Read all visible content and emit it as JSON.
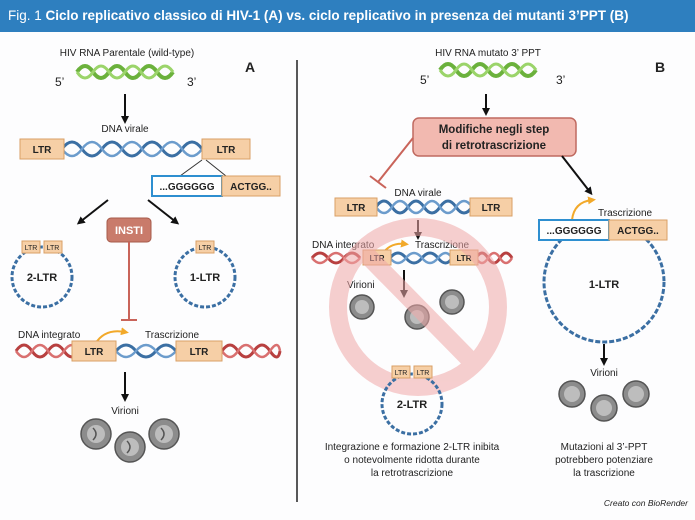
{
  "title": {
    "fig_label": "Fig. 1",
    "text": "Ciclo replicativo classico di HIV-1 (A) vs. ciclo replicativo in presenza dei mutanti 3’PPT (B)"
  },
  "panel_a": {
    "letter": "A",
    "rna_label": "HIV RNA Parentale (wild-type)",
    "five_prime": "5’",
    "three_prime": "3’",
    "dna_label": "DNA virale",
    "ltr": "LTR",
    "seq_left": "...GGGGGG",
    "seq_right": "ACTGG..",
    "insti": "INSTI",
    "two_ltr": "2-LTR",
    "one_ltr": "1-LTR",
    "integrated": "DNA integrato",
    "transcription": "Trascrizione",
    "virions": "Virioni"
  },
  "panel_b": {
    "letter": "B",
    "rna_label": "HIV RNA mutato 3’ PPT",
    "five_prime": "5’",
    "three_prime": "3’",
    "modifiche": "Modifiche negli step di retrotrascrizione",
    "dna_label": "DNA virale",
    "ltr": "LTR",
    "integrated": "DNA integrato",
    "transcription": "Trascrizione",
    "virions_left": "Virioni",
    "two_ltr": "2-LTR",
    "caption_left": [
      "Integrazione e formazione 2-LTR inibita",
      "o notevolmente ridotta durante",
      "la retrotrascrizione"
    ],
    "transcription_right": "Trascrizione",
    "seq_left": "...GGGGGG",
    "seq_right": "ACTGG..",
    "one_ltr": "1-LTR",
    "virions_right": "Virioni",
    "caption_right": [
      "Mutazioni al 3’-PPT",
      "potrebbero potenziare",
      "la trascrizione"
    ]
  },
  "credit": "Creato con BioRender",
  "colors": {
    "title_bar": "#2e7fbf",
    "ltr_fill": "#f6cfa6",
    "insti_fill": "#c97b6b",
    "modifiche_fill": "#f2b9b0",
    "prohibit": "#f0a8a8",
    "dna_blue": "#3b6fa3",
    "dna_red": "#b84040",
    "rna_green": "#6bb13c"
  }
}
